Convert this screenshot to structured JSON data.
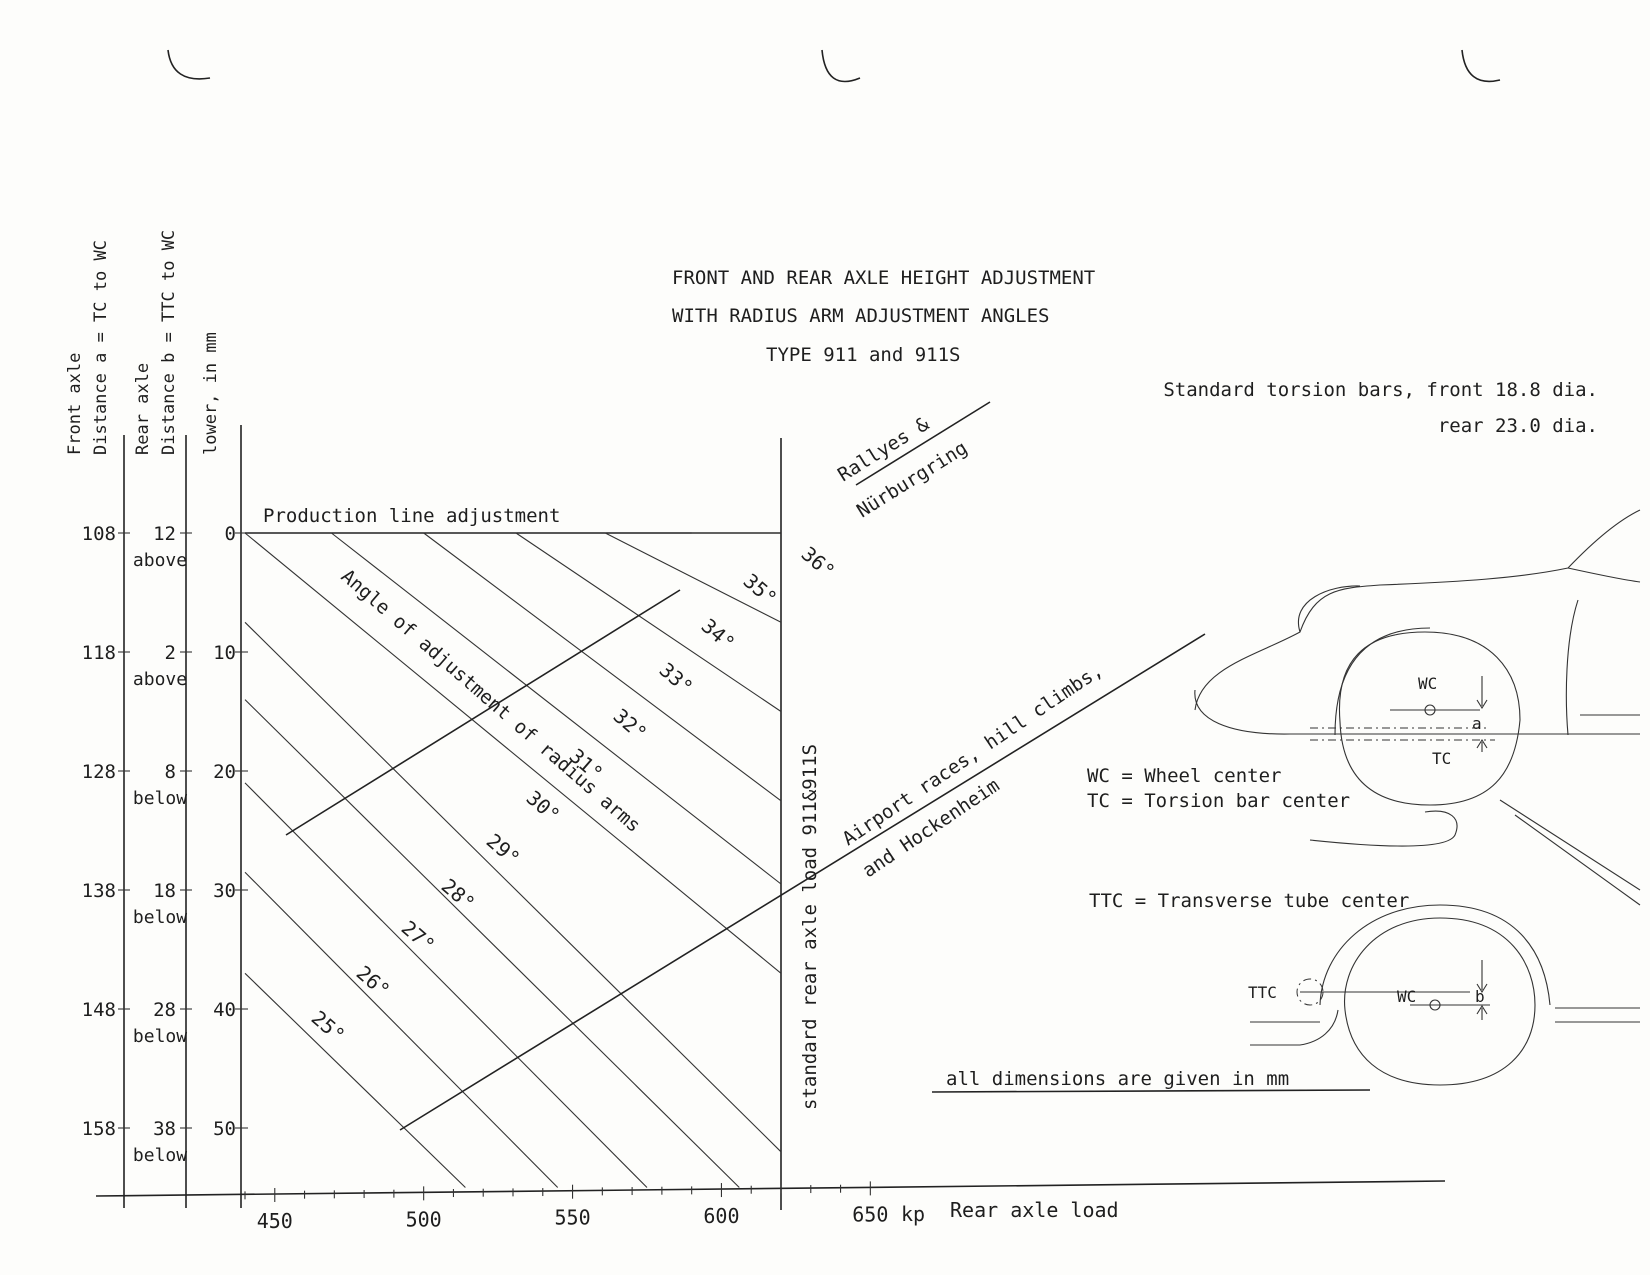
{
  "title": {
    "line1": "FRONT AND REAR AXLE HEIGHT ADJUSTMENT",
    "line2": "WITH RADIUS ARM ADJUSTMENT ANGLES",
    "line3": "TYPE 911 and 911S"
  },
  "torsion": {
    "line1": "Standard torsion bars, front 18.8 dia.",
    "line2": "rear  23.0 dia."
  },
  "axis_titles": {
    "front_1": "Front axle",
    "front_2": "Distance a = TC to WC",
    "rear_1": "Rear axle",
    "rear_2": "Distance b = TTC to WC",
    "lower": "lower, in mm",
    "x": "Rear axle load",
    "x_unit": "kp"
  },
  "labels": {
    "production": "Production line adjustment",
    "angle_title": "Angle of adjustment of radius arms",
    "standard_load": "standard rear axle load 911&911S",
    "rallyes_1": "Rallyes &",
    "rallyes_2": "Nürburgring",
    "airport_1": "Airport races, hill climbs,",
    "airport_2": "and Hockenheim",
    "all_dims": "all dimensions are given in mm"
  },
  "legend": {
    "wc": "WC = Wheel center",
    "tc": "TC = Torsion bar center",
    "ttc": "TTC = Transverse tube center"
  },
  "diagram": {
    "wc": "WC",
    "tc": "TC",
    "a": "a",
    "ttc": "TTC",
    "b": "b"
  },
  "chart_data": {
    "type": "line",
    "xlabel": "Rear axle load",
    "x_unit": "kp",
    "x_ticks": [
      450,
      500,
      550,
      600,
      650
    ],
    "xlim": [
      440,
      620
    ],
    "ylabel": "lower, in mm",
    "ylim": [
      0,
      55
    ],
    "y_ticks": [
      0,
      10,
      20,
      30,
      40,
      50
    ],
    "front_axle_ticks": [
      108,
      118,
      128,
      138,
      148,
      158
    ],
    "rear_axle_ticks": [
      {
        "value": "12",
        "note": "above"
      },
      {
        "value": "2",
        "note": "above"
      },
      {
        "value": "8",
        "note": "below"
      },
      {
        "value": "18",
        "note": "below"
      },
      {
        "value": "28",
        "note": "below"
      },
      {
        "value": "38",
        "note": "below"
      }
    ],
    "standard_rear_axle_load": 620,
    "series": [
      {
        "angle": "25°",
        "x": [
          440,
          514
        ],
        "y": [
          37,
          55
        ]
      },
      {
        "angle": "26°",
        "x": [
          440,
          545
        ],
        "y": [
          28.5,
          55
        ]
      },
      {
        "angle": "27°",
        "x": [
          440,
          575
        ],
        "y": [
          21,
          55
        ]
      },
      {
        "angle": "28°",
        "x": [
          440,
          606
        ],
        "y": [
          14,
          55
        ]
      },
      {
        "angle": "29°",
        "x": [
          440,
          620
        ],
        "y": [
          7.5,
          52
        ]
      },
      {
        "angle": "30°",
        "x": [
          440,
          620
        ],
        "y": [
          0,
          37
        ]
      },
      {
        "angle": "31°",
        "x": [
          469,
          620
        ],
        "y": [
          0,
          29.5
        ]
      },
      {
        "angle": "32°",
        "x": [
          500,
          620
        ],
        "y": [
          0,
          22.5
        ]
      },
      {
        "angle": "33°",
        "x": [
          531,
          620
        ],
        "y": [
          0,
          15
        ]
      },
      {
        "angle": "34°",
        "x": [
          561,
          620
        ],
        "y": [
          0,
          7.5
        ]
      },
      {
        "angle": "35°",
        "x": [
          590,
          620
        ],
        "y": [
          0,
          0
        ]
      },
      {
        "angle": "36°"
      }
    ]
  }
}
